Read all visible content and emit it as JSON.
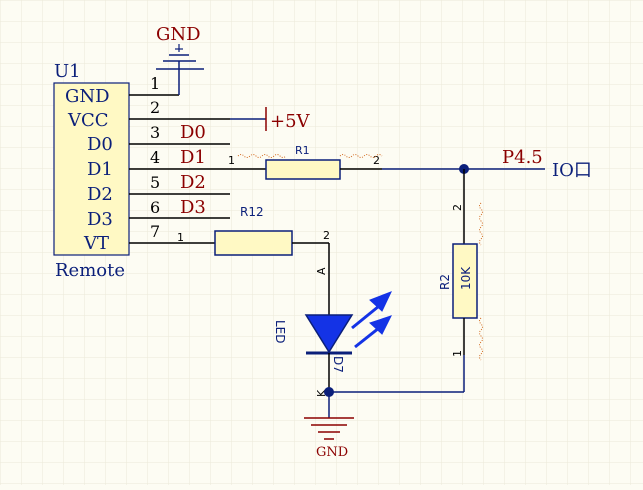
{
  "colors": {
    "background": "#fdfcf3",
    "grid": "#ece9d8",
    "wire": "#0b1f7a",
    "component_outline": "#0b1f7a",
    "pin_line": "#000000",
    "net_label": "#8b0000",
    "component_fill": "#fff9c4",
    "led_fill": "#1433e6",
    "junction": "#0b1f7a",
    "highlight_dots": "#d2691e"
  },
  "u1": {
    "designator": "U1",
    "name": "Remote",
    "pins": [
      {
        "number": "1",
        "name": "GND"
      },
      {
        "number": "2",
        "name": "VCC"
      },
      {
        "number": "3",
        "name": "D0"
      },
      {
        "number": "4",
        "name": "D1"
      },
      {
        "number": "5",
        "name": "D2"
      },
      {
        "number": "6",
        "name": "D3"
      },
      {
        "number": "7",
        "name": "VT"
      }
    ]
  },
  "net_labels": {
    "gnd_top": "GND",
    "vcc": "+5V",
    "d0": "D0",
    "d1": "D1",
    "d2": "D2",
    "d3": "D3",
    "p45": "P4.5",
    "io_port": "IO口",
    "gnd_bottom": "GND"
  },
  "r1": {
    "designator": "R1",
    "pin1": "1",
    "pin2": "2"
  },
  "r12": {
    "designator": "R12",
    "pin1": "1",
    "pin2": "2"
  },
  "r2": {
    "designator": "R2",
    "value": "10K",
    "pin1": "1",
    "pin2": "2"
  },
  "led": {
    "designator": "D7",
    "type": "LED",
    "anode": "A",
    "cathode": "K"
  }
}
